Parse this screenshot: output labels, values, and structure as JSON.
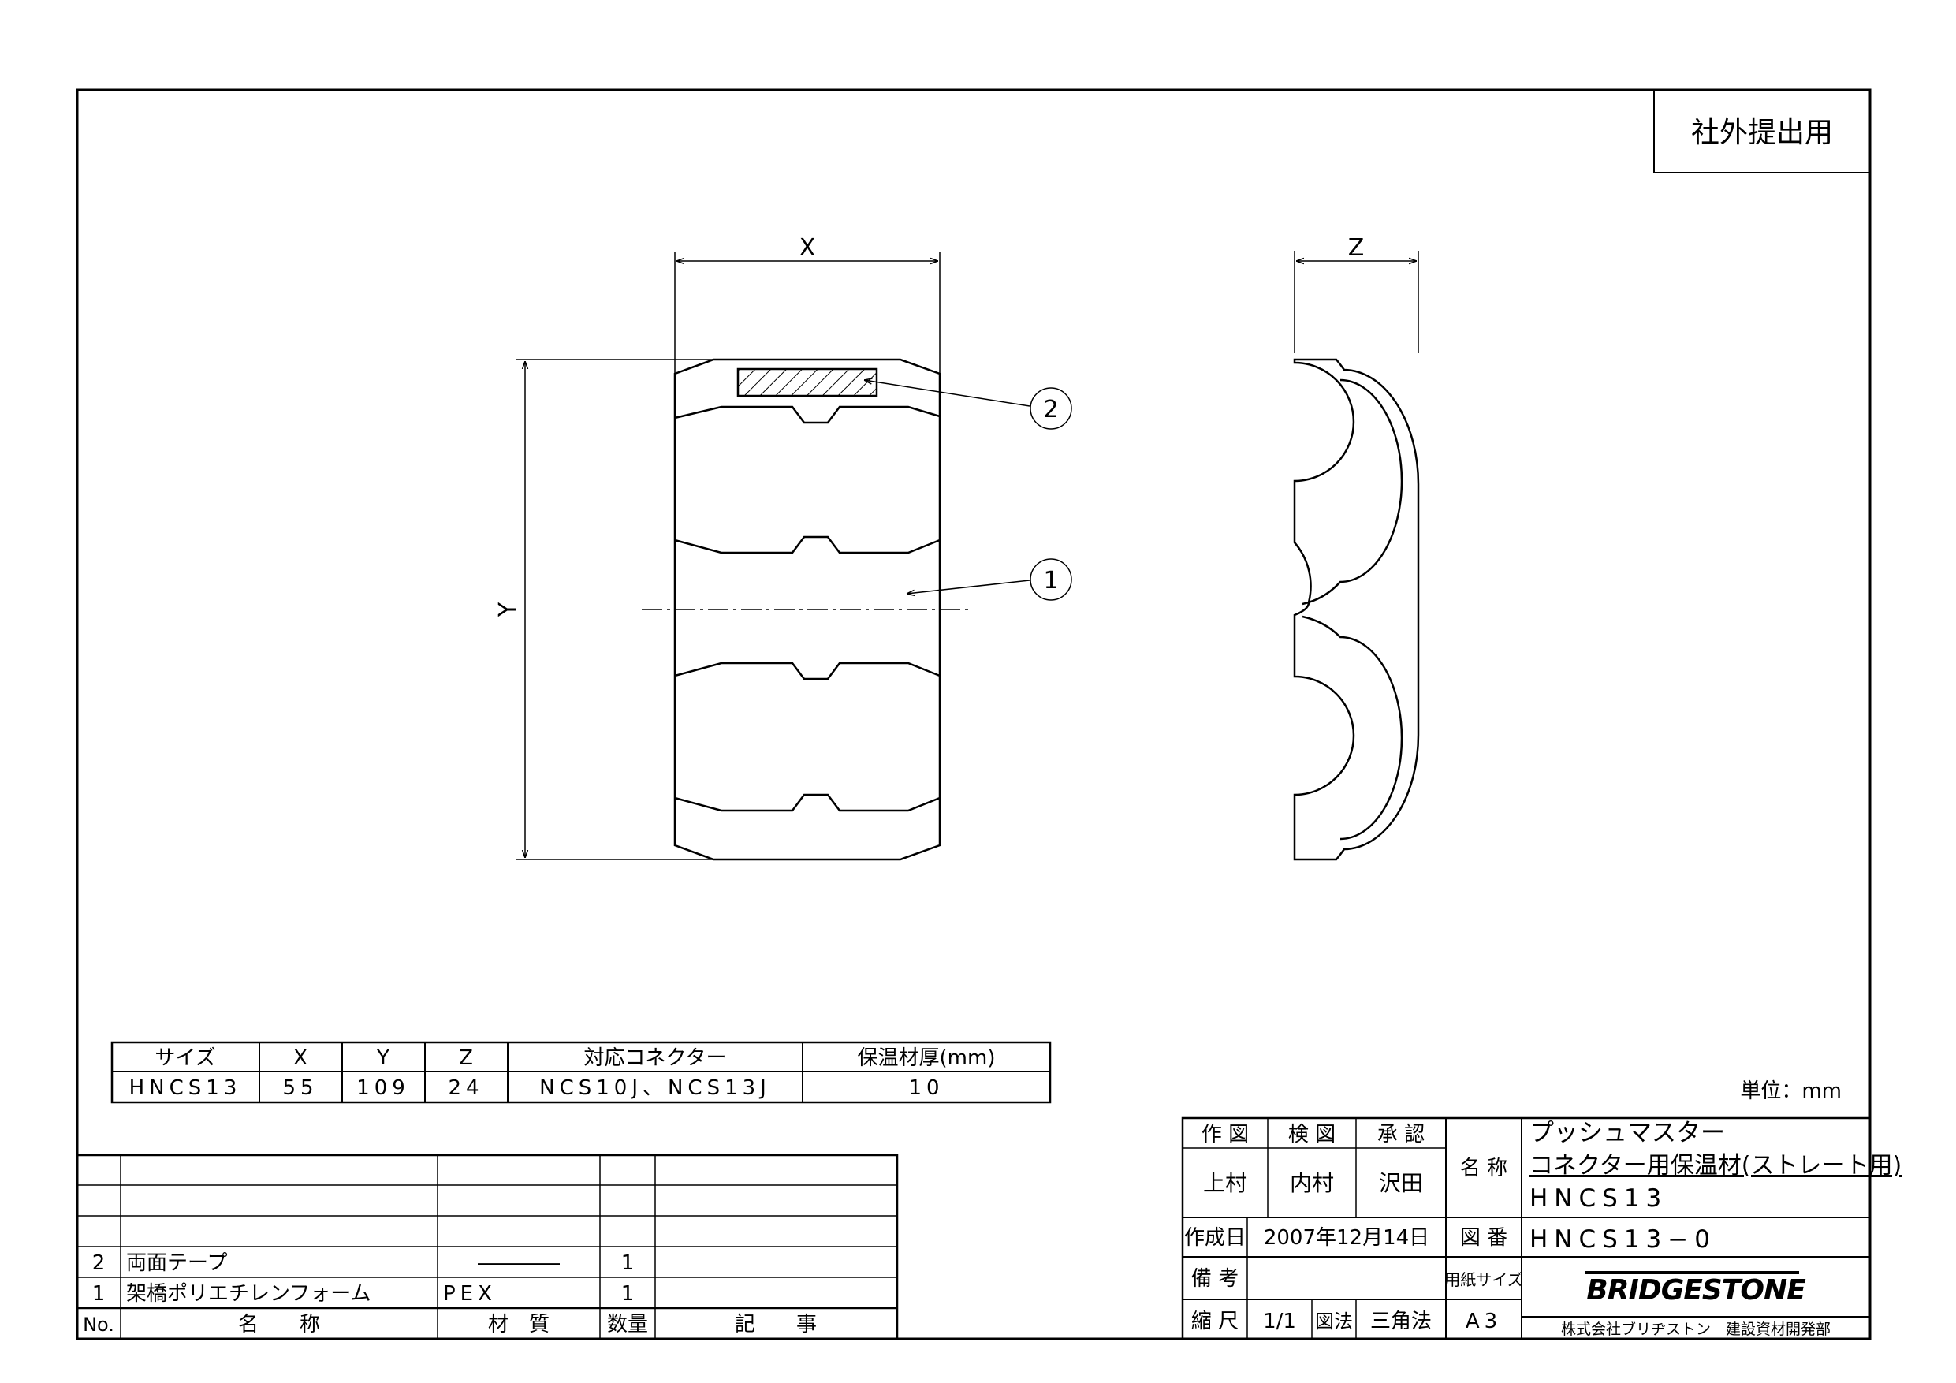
{
  "stamp": "社外提出用",
  "dims": {
    "x": "X",
    "y": "Y",
    "z": "Z"
  },
  "balloons": [
    "2",
    "1"
  ],
  "size_table": {
    "headers": [
      "サイズ",
      "X",
      "Y",
      "Z",
      "対応コネクター",
      "保温材厚(mm)"
    ],
    "row": [
      "HNCS13",
      "55",
      "109",
      "24",
      "NCS10J、NCS13J",
      "10"
    ]
  },
  "unit_label": "単位：mm",
  "parts_list": {
    "headers": [
      "No.",
      "名　　称",
      "材　質",
      "数量",
      "記　　事"
    ],
    "rows": [
      [
        "",
        "",
        "",
        "",
        ""
      ],
      [
        "",
        "",
        "",
        "",
        ""
      ],
      [
        "",
        "",
        "",
        "",
        ""
      ],
      [
        "2",
        "両面テープ",
        "――――",
        "1",
        ""
      ],
      [
        "1",
        "架橋ポリエチレンフォーム",
        "PEX",
        "1",
        ""
      ]
    ]
  },
  "title_block": {
    "roles": [
      "作 図",
      "検 図",
      "承 認"
    ],
    "signatures": [
      "上村",
      "内村",
      "沢田"
    ],
    "name_label": "名 称",
    "name_lines": [
      "プッシュマスター",
      "コネクター用保温材(ストレート用)",
      "HNCS13"
    ],
    "date_label": "作成日",
    "date": "2007年12月14日",
    "drawing_no_label": "図 番",
    "drawing_no": "HNCS13−0",
    "remarks_label": "備 考",
    "remarks": "",
    "paper_size_label": "用紙サイズ",
    "paper_size": "A3",
    "scale_label": "縮 尺",
    "scale": "1/1",
    "projection_label": "図法",
    "projection": "三角法",
    "logo": "BRIDGESTONE",
    "company": "株式会社ブリヂストン　建設資材開発部"
  }
}
